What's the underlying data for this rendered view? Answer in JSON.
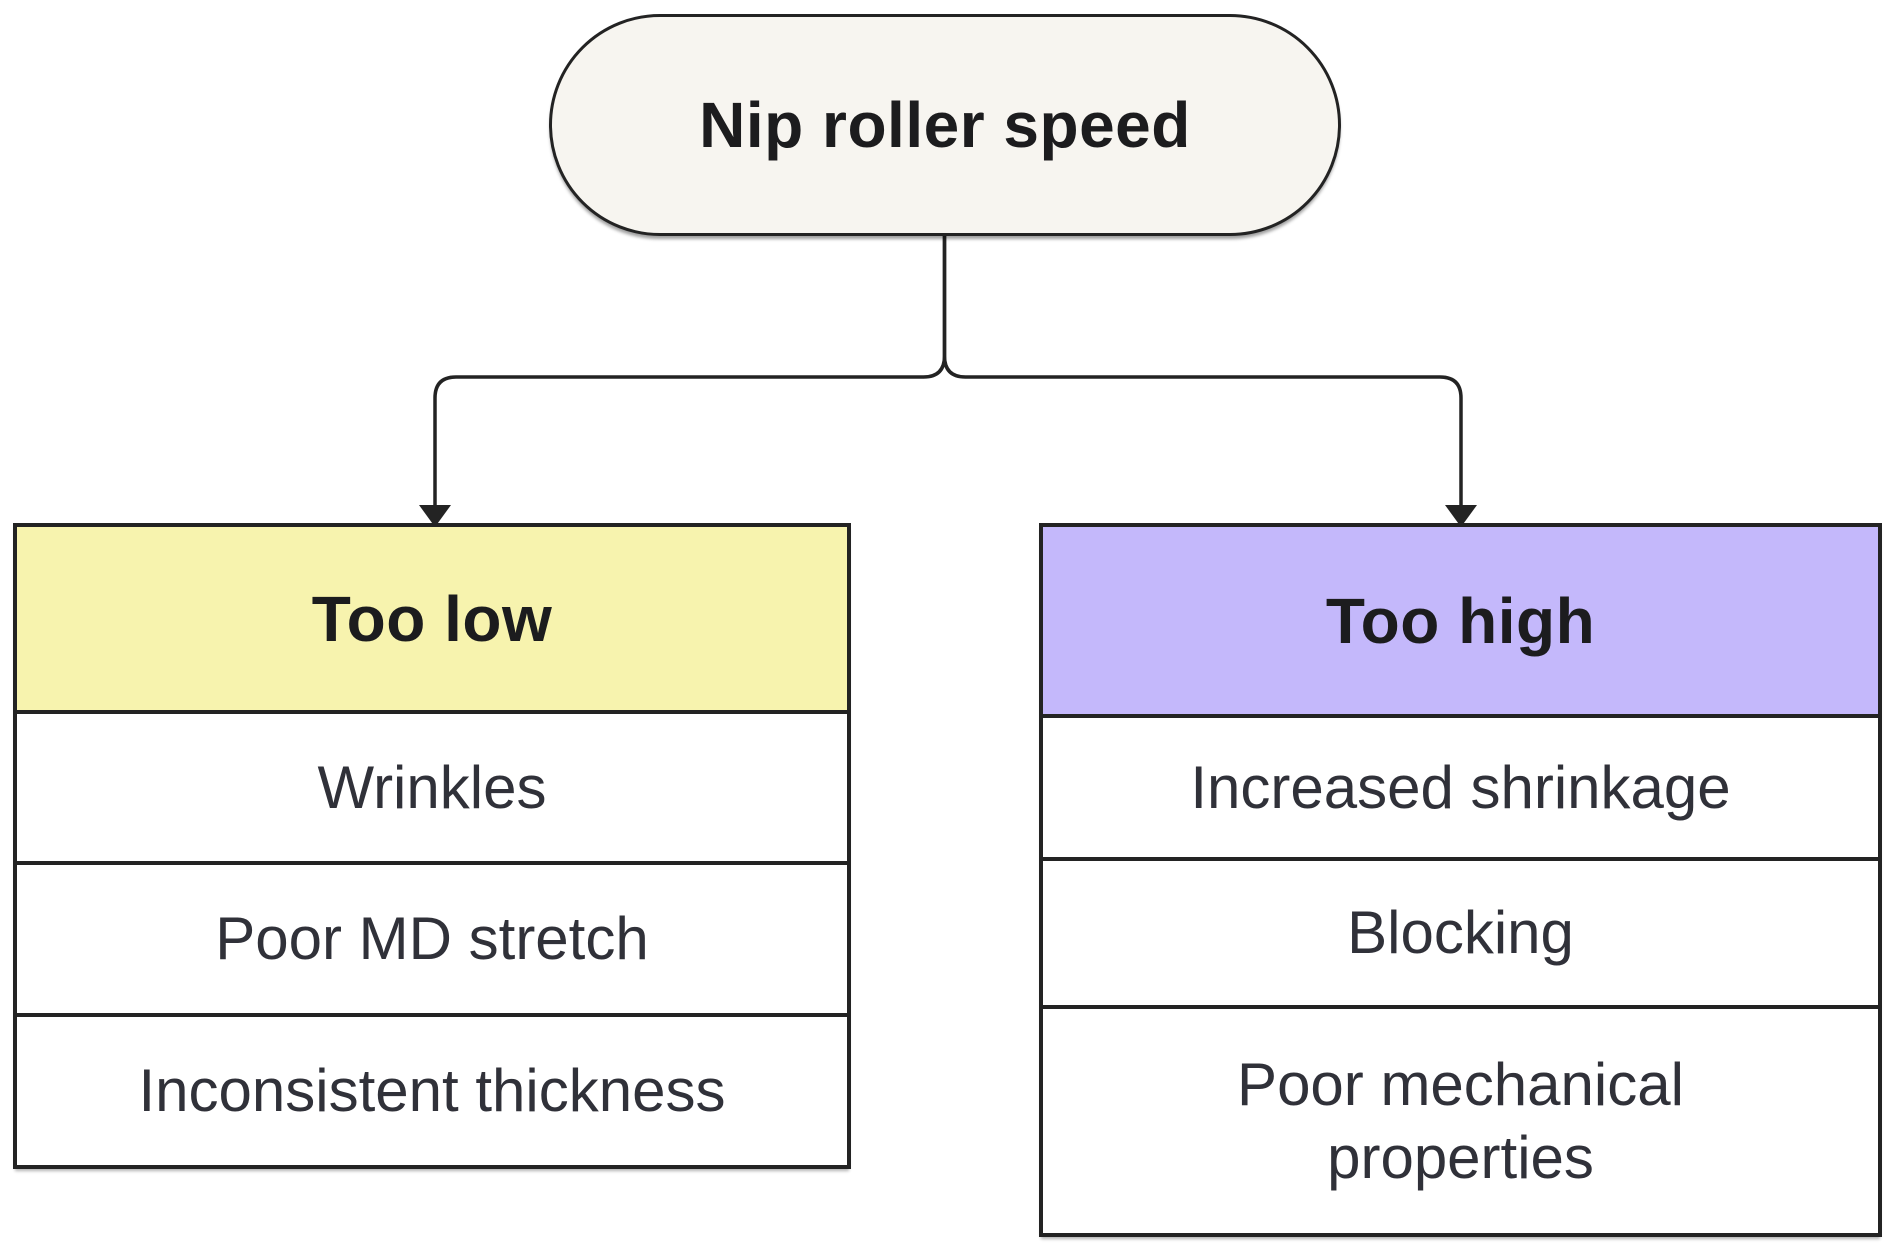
{
  "root_node": {
    "label": "Nip roller speed"
  },
  "branches": [
    {
      "header": "Too low",
      "rows": [
        "Wrinkles",
        "Poor MD stretch",
        "Inconsistent thickness"
      ]
    },
    {
      "header": "Too high",
      "rows": [
        "Increased shrinkage",
        "Blocking",
        "Poor mechanical properties"
      ]
    }
  ],
  "colors": {
    "background": "#ffffff",
    "line": "#232323",
    "pill_fill": "#f7f5f0",
    "too_low_header": "#f7f3ae",
    "too_high_header": "#c4b8fb",
    "row_fill": "#ffffff",
    "header_text": "#1c1c1e",
    "row_text": "#303139"
  }
}
